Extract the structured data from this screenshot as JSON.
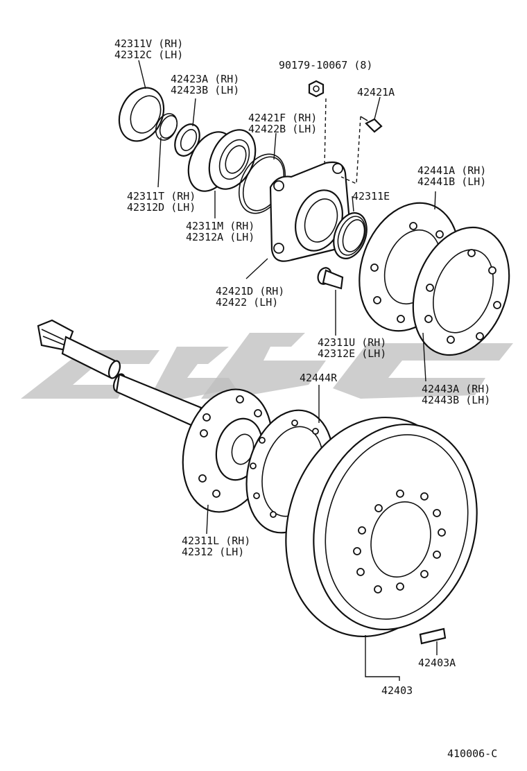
{
  "diagram": {
    "labels": [
      {
        "id": "lbl-42311v",
        "lines": [
          "42311V (RH)",
          "42312C (LH)"
        ]
      },
      {
        "id": "lbl-42423a",
        "lines": [
          "42423A (RH)",
          "42423B (LH)"
        ]
      },
      {
        "id": "lbl-90179",
        "lines": [
          "90179-10067 (8)"
        ]
      },
      {
        "id": "lbl-42421a",
        "lines": [
          "42421A"
        ]
      },
      {
        "id": "lbl-42421f",
        "lines": [
          "42421F (RH)",
          "42422B (LH)"
        ]
      },
      {
        "id": "lbl-42441a",
        "lines": [
          "42441A (RH)",
          "42441B (LH)"
        ]
      },
      {
        "id": "lbl-42311t",
        "lines": [
          "42311T (RH)",
          "42312D (LH)"
        ]
      },
      {
        "id": "lbl-42311e",
        "lines": [
          "42311E"
        ]
      },
      {
        "id": "lbl-42311m",
        "lines": [
          "42311M (RH)",
          "42312A (LH)"
        ]
      },
      {
        "id": "lbl-42421d",
        "lines": [
          "42421D (RH)",
          "42422  (LH)"
        ]
      },
      {
        "id": "lbl-42311u",
        "lines": [
          "42311U (RH)",
          "42312E (LH)"
        ]
      },
      {
        "id": "lbl-42444r",
        "lines": [
          "42444R"
        ]
      },
      {
        "id": "lbl-42443a",
        "lines": [
          "42443A (RH)",
          "42443B (LH)"
        ]
      },
      {
        "id": "lbl-42311l",
        "lines": [
          "42311L (RH)",
          "42312  (LH)"
        ]
      },
      {
        "id": "lbl-42403a",
        "lines": [
          "42403A"
        ]
      },
      {
        "id": "lbl-42403",
        "lines": [
          "42403"
        ]
      },
      {
        "id": "lbl-figure",
        "lines": [
          "410006-C"
        ]
      }
    ]
  }
}
